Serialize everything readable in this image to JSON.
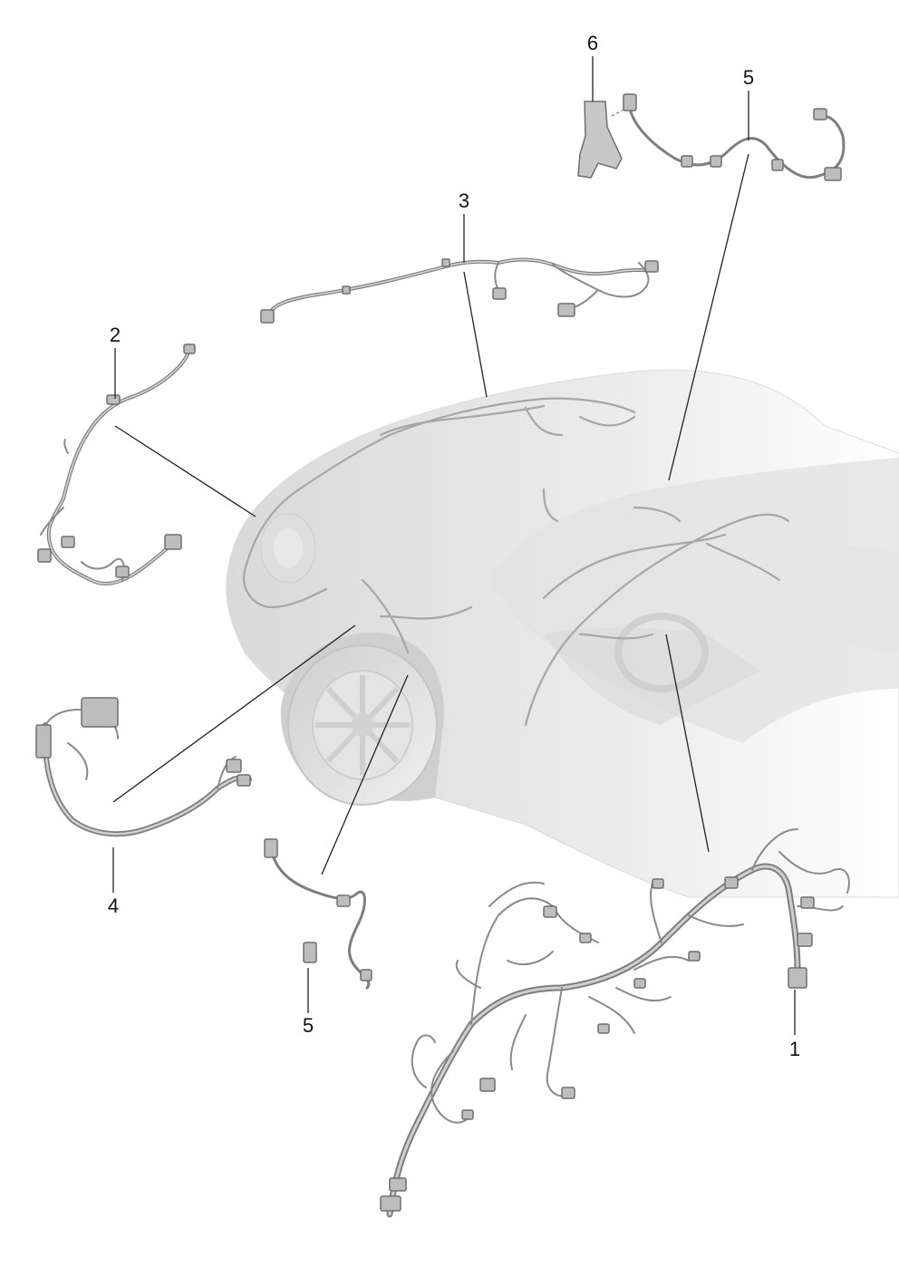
{
  "callouts": {
    "c1": "1",
    "c2": "2",
    "c3": "3",
    "c4": "4",
    "c5_top": "5",
    "c5_bottom": "5",
    "c6": "6"
  },
  "colors": {
    "car_fill": "#e9e9e9",
    "car_shade": "#d6d6d6",
    "wire": "#8a8a8a",
    "wire_light": "#bdbdbd",
    "leader": "#222222",
    "text": "#111111"
  }
}
